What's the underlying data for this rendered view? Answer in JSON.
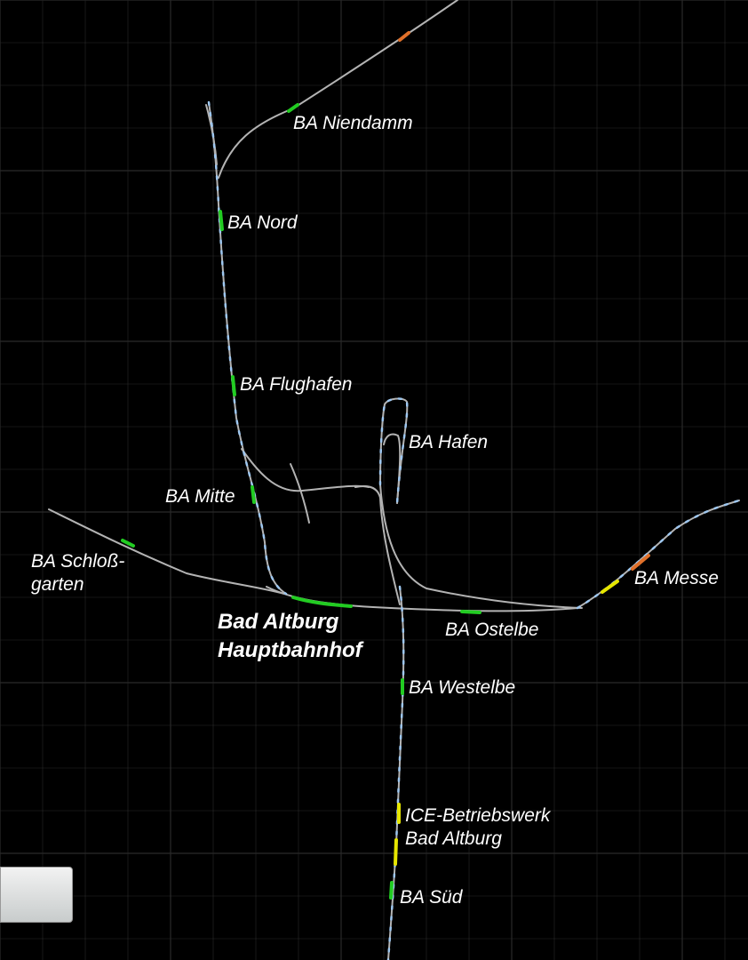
{
  "colors": {
    "background": "#000000",
    "grid": "#2a2a2a",
    "track": "#b3b3b3",
    "track_detail": "#9ec7f0",
    "occupied_green": "#22cc22",
    "occupied_yellow": "#e6e600",
    "occupied_orange": "#e0702a",
    "label_text": "#ffffff"
  },
  "stations": [
    {
      "id": "niendamm",
      "name": "BA Niendamm"
    },
    {
      "id": "nord",
      "name": "BA Nord"
    },
    {
      "id": "flughafen",
      "name": "BA Flughafen"
    },
    {
      "id": "hafen",
      "name": "BA Hafen"
    },
    {
      "id": "mitte",
      "name": "BA Mitte"
    },
    {
      "id": "schlossgarten",
      "name": "BA Schloß-\ngarten"
    },
    {
      "id": "messe",
      "name": "BA Messe"
    },
    {
      "id": "hauptbahnhof",
      "name": "Bad Altburg\nHauptbahnhof"
    },
    {
      "id": "ostelbe",
      "name": "BA Ostelbe"
    },
    {
      "id": "westelbe",
      "name": "BA Westelbe"
    },
    {
      "id": "betriebswerk",
      "name": "ICE-Betriebswerk\nBad Altburg"
    },
    {
      "id": "sued",
      "name": "BA Süd"
    }
  ]
}
